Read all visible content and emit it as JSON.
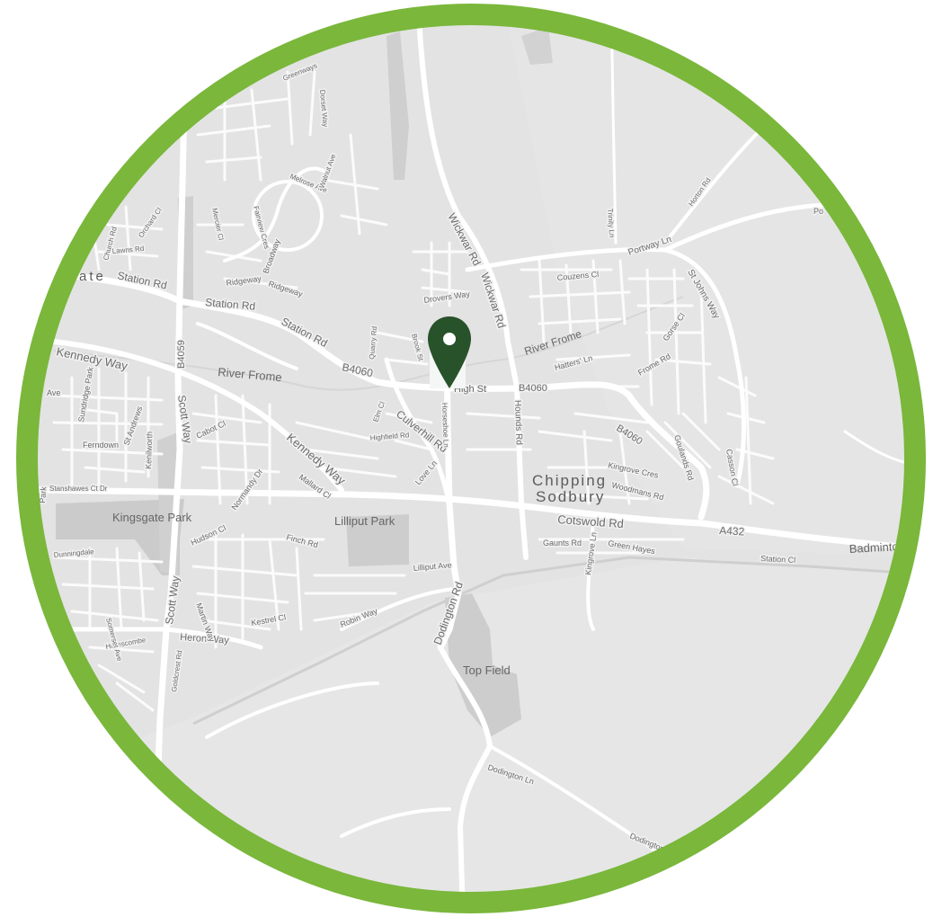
{
  "map": {
    "colors": {
      "ring": "#7ab73b",
      "land": "#e3e3e3",
      "road": "#fafafa",
      "park": "#c9c9c9",
      "marker": "#28522a"
    },
    "marker_icon": "map-pin-icon",
    "place_labels": {
      "town": "Chipping\nSodbury",
      "town_line1": "Chipping",
      "town_line2": "Sodbury",
      "kingsgate_park": "Kingsgate Park",
      "lilliput_park": "Lilliput Park",
      "top_field": "Top Field",
      "badminton": "Badminto",
      "ate": "ate"
    },
    "water_labels": {
      "river_frome_west": "River Frome",
      "river_frome_east": "River Frome"
    },
    "road_labels": {
      "kennedy_way_west": "Kennedy Way",
      "kennedy_way_mid": "Kennedy Way",
      "station_rd_west": "Station Rd",
      "station_rd_mid": "Station Rd",
      "station_rd_east": "Station Rd",
      "b4060_west": "B4060",
      "b4060_east": "B4060",
      "b4060_se": "B4060",
      "b4059": "B4059",
      "scott_way_north": "Scott Way",
      "scott_way_south": "Scott Way",
      "wickwar_rd_north": "Wickwar Rd",
      "wickwar_rd_south": "Wickwar Rd",
      "culverhill_rd": "Culverhill Rd",
      "cotswold_rd": "Cotswold Rd",
      "dodington_rd": "Dodington Rd",
      "a432": "A432",
      "high_st": "High St",
      "heron_way": "Heron Way",
      "hounds_rd": "Hounds Rd",
      "portway_ln": "Portway Ln",
      "st_johns_way": "St Johns Way",
      "ridgeway_1": "Ridgeway",
      "ridgeway_2": "Ridgeway",
      "broadway": "Broadway",
      "drovers_way": "Drovers Way",
      "couzens_cl": "Couzens Cl",
      "hatters_ln": "Hatters' Ln",
      "frome_rd": "Frome Rd",
      "gorse_cl": "Gorse Cl",
      "kingrove_cres": "Kingrove Cres",
      "woodmans_rd": "Woodmans Rd",
      "goulands_rd": "Goulands Rd",
      "casson_cl": "Casson Cl",
      "gaunts_rd": "Gaunts Rd",
      "green_hayes": "Green Hayes",
      "kingrove_ln": "Kingrove Ln",
      "station_cl": "Station Cl",
      "dodington_ln": "Dodington Ln",
      "dodington_ln_2": "Dodington",
      "lilliput_ave": "Lilliput Ave",
      "robin_way": "Robin Way",
      "kestrel_cl": "Kestrel Cl",
      "martin_way": "Martin Way",
      "finch_rd": "Finch Rd",
      "hudson_cl": "Hudson Cl",
      "normandy_dr": "Normandy Dr",
      "mallard_cl": "Mallard Cl",
      "cabot_cl": "Cabot Cl",
      "ferndown": "Ferndown",
      "st_andrews": "St Andrews",
      "kenilworth": "Kenilworth",
      "sundridge_park": "Sundridge Park",
      "stanshawes_ct_dr": "Stanshawes Ct Dr",
      "love_ln": "Love Ln",
      "highfield_rd": "Highfield Rd",
      "elm_cl": "Elm Cl",
      "quarry_rd": "Quarry Rd",
      "horseshoe_ln": "Horseshoe Ln",
      "brook_st": "Brook St",
      "greenways": "Greenways",
      "dorset_way": "Dorset Way",
      "melrose_ave": "Melrose Ave",
      "walnut_ave": "Walnut Ave",
      "mercier_cl": "Mercier Cl",
      "fairview_cres": "Fairview Cres",
      "church_rd": "Church Rd",
      "orchard_cl": "Orchard Cl",
      "lawns_rd": "Lawns Rd",
      "trinity_ln": "Trinity Ln",
      "horton_rd": "Horton Rd",
      "goldcrest_rd": "Goldcrest Rd",
      "harescombe": "Harescombe",
      "dunningdale": "Dunningdale",
      "somerset_ave": "Somerset Ave",
      "park": "Park",
      "ave": "Ave",
      "po": "Po"
    }
  }
}
